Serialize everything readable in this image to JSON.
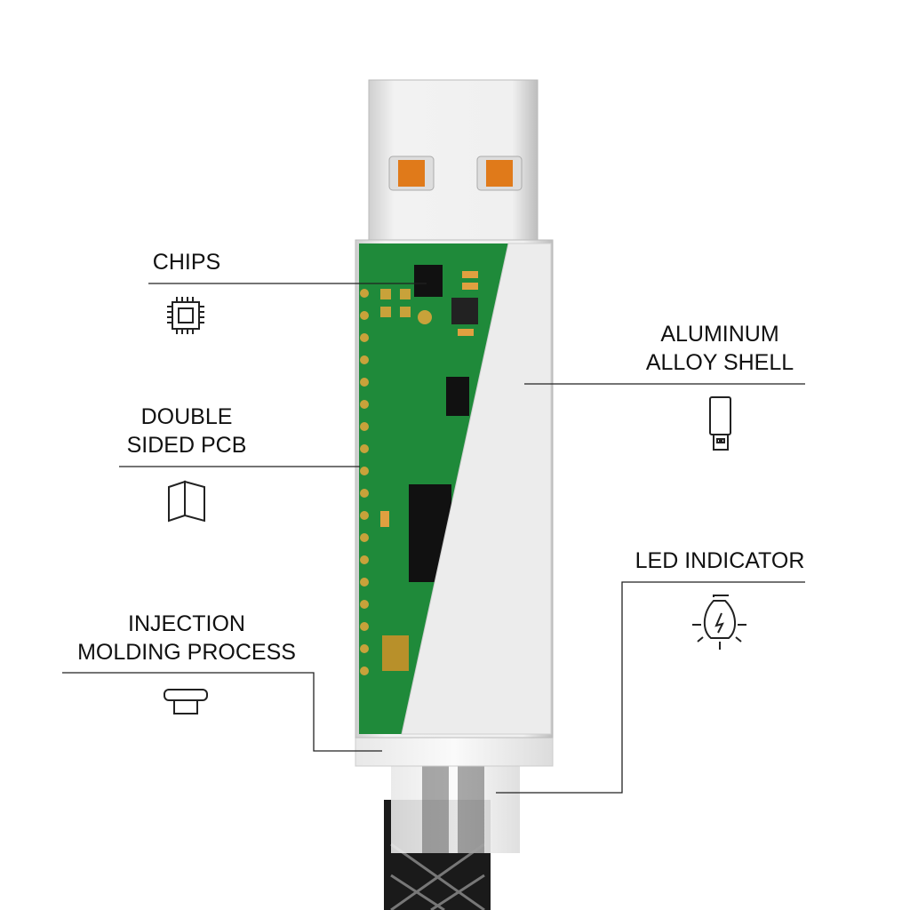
{
  "callouts": {
    "chips": {
      "label": "CHIPS",
      "icon": "chip-icon"
    },
    "shell": {
      "line1": "ALUMINUM",
      "line2": "ALLOY SHELL",
      "icon": "usb-stick-icon"
    },
    "pcb": {
      "line1": "DOUBLE",
      "line2": "SIDED PCB",
      "icon": "folded-board-icon"
    },
    "led": {
      "label": "LED INDICATOR",
      "icon": "lightbulb-icon"
    },
    "molding": {
      "line1": "INJECTION",
      "line2": "MOLDING PROCESS",
      "icon": "plug-cap-icon"
    }
  },
  "colors": {
    "pcb": "#1f8a3a",
    "contacts": "#e07a1a",
    "shell": "#e9e9e9",
    "cable": "#1a1a1a"
  }
}
